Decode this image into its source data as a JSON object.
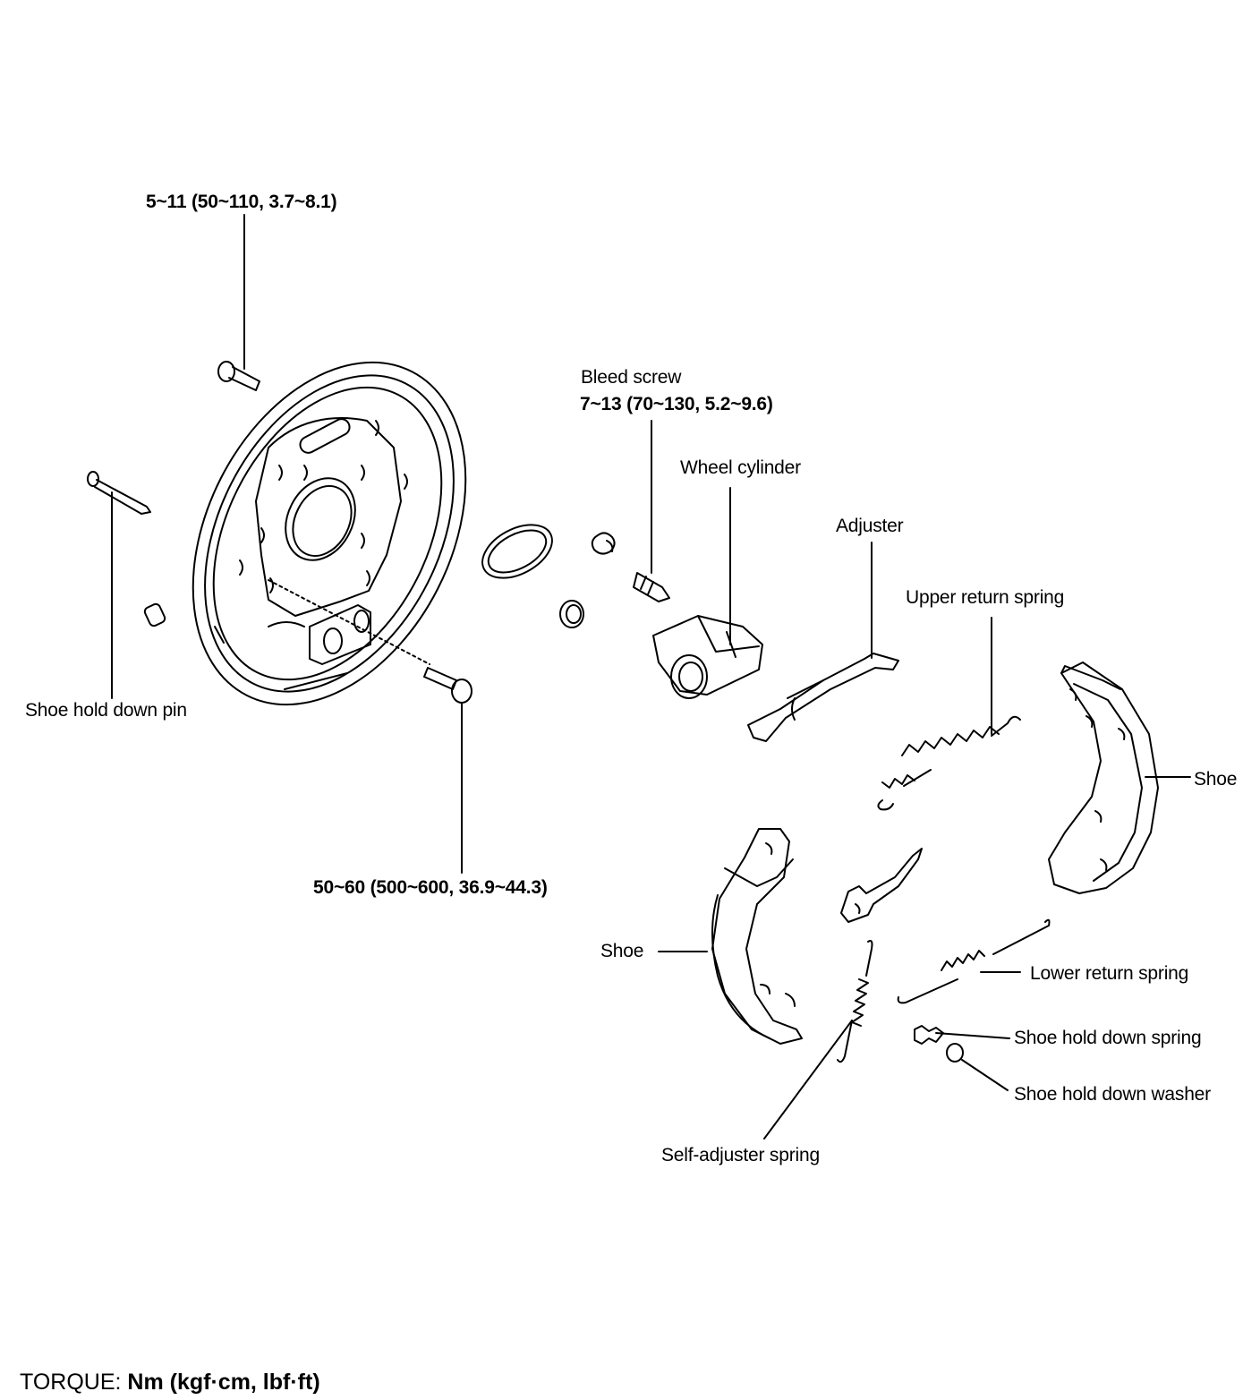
{
  "labels": {
    "torque_backing_bolt": "5~11 (50~110, 3.7~8.1)",
    "shoe_hold_down_pin": "Shoe hold down pin",
    "torque_cylinder_bolt": "50~60 (500~600, 36.9~44.3)",
    "bleed_screw": "Bleed screw",
    "torque_bleed_screw": "7~13 (70~130, 5.2~9.6)",
    "wheel_cylinder": "Wheel cylinder",
    "adjuster": "Adjuster",
    "upper_return_spring": "Upper return spring",
    "shoe_right": "Shoe",
    "shoe_left": "Shoe",
    "lower_return_spring": "Lower return spring",
    "shoe_hold_down_spring": "Shoe hold down spring",
    "shoe_hold_down_washer": "Shoe hold down washer",
    "self_adjuster_spring": "Self-adjuster spring"
  },
  "footer": {
    "torque_prefix": "TORQUE:",
    "torque_units": "Nm (kgf·cm, lbf·ft)"
  }
}
